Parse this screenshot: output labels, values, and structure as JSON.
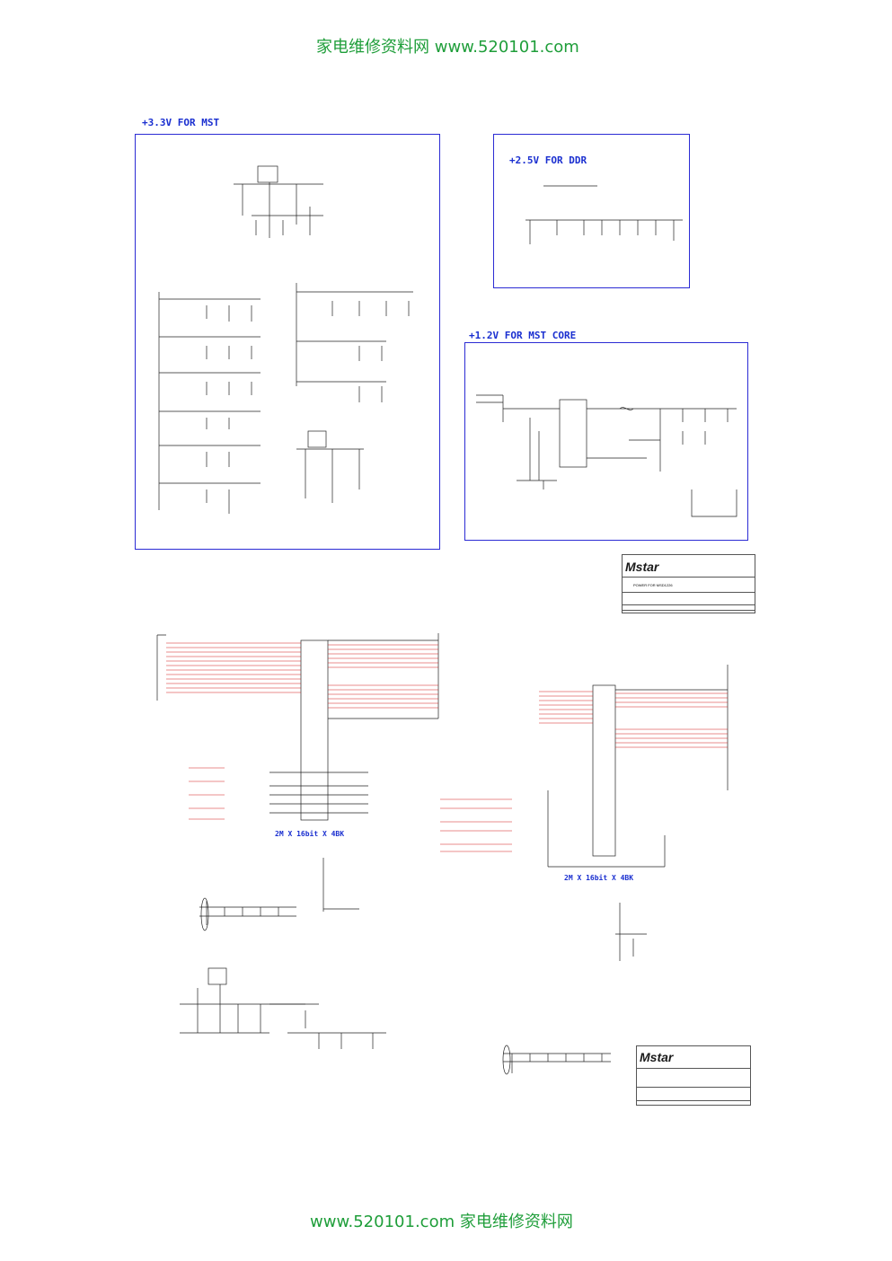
{
  "watermark": {
    "top": "家电维修资料网 www.520101.com",
    "bottom": "www.520101.com 家电维修资料网"
  },
  "sections": {
    "power_33v": "+3.3V FOR MST",
    "power_25v": "+2.5V FOR DDR",
    "power_12v": "+1.2V FOR MST CORE"
  },
  "memory": {
    "left_title": "2M X 16bit X 4BK",
    "right_title": "2M X 16bit X 4BK"
  },
  "title_block": {
    "logo": "Mstar",
    "title": "POWER FOR MSD1226"
  },
  "colors": {
    "section_border": "#2b2bd4",
    "net_red": "#d41a1a",
    "wire_dark": "#222222",
    "watermark_green": "#1f9e3a"
  }
}
